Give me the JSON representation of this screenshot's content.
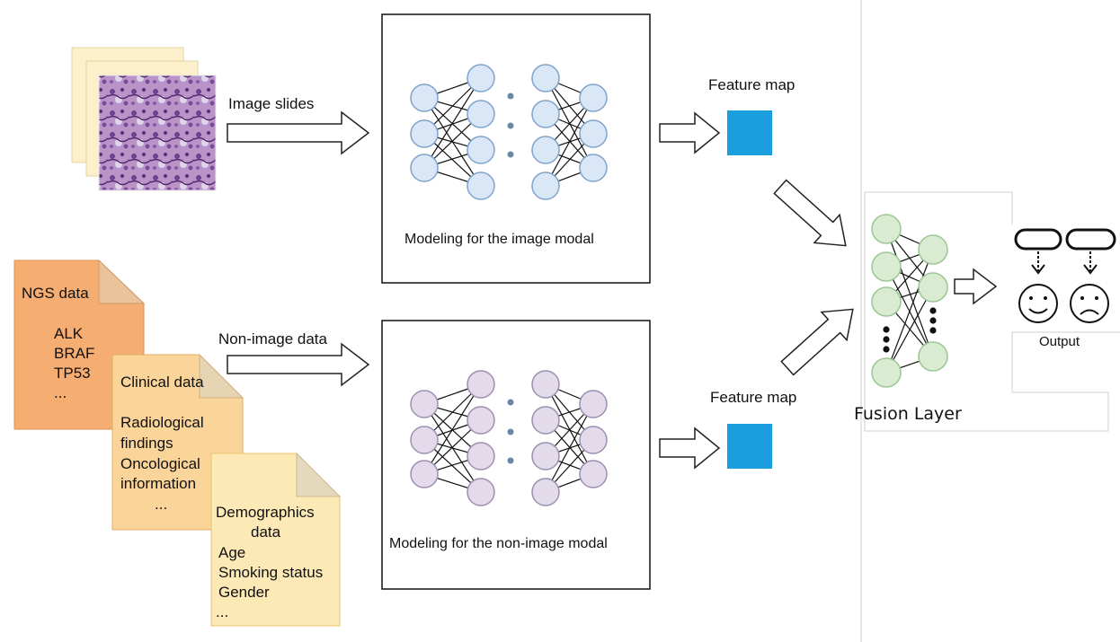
{
  "colors": {
    "image_net_node": "#d9e7f6",
    "image_net_stroke": "#7fa3cc",
    "nonimage_net_node": "#e3dbea",
    "nonimage_net_stroke": "#9d8fb2",
    "fusion_node": "#d9ecd2",
    "fusion_stroke": "#9cc694",
    "feature_map": "#1b9ede",
    "ngs_doc": "#f6ad72",
    "clinical_doc": "#fbd49a",
    "demographics_doc": "#fde9b6",
    "slide_paper": "#fcefc9"
  },
  "inputs": {
    "image_label": "Image slides",
    "nonimage_label": "Non-image data",
    "slide_icon": "histology-slide-icon"
  },
  "documents": {
    "ngs": {
      "title": "NGS data",
      "lines": [
        "ALK",
        "BRAF",
        "TP53",
        "..."
      ]
    },
    "clinical": {
      "title": "Clinical data",
      "lines": [
        "Radiological",
        "findings",
        "Oncological",
        "information",
        "..."
      ]
    },
    "demographics": {
      "title_line1": "Demographics",
      "title_line2": "data",
      "lines": [
        "Age",
        "Smoking status",
        "Gender",
        "..."
      ]
    }
  },
  "models": {
    "image_caption": "Modeling for the image modal",
    "nonimage_caption": "Modeling for the non-image modal"
  },
  "features": {
    "top_label": "Feature map",
    "bottom_label": "Feature map"
  },
  "fusion": {
    "label": "Fusion Layer"
  },
  "output": {
    "label": "Output",
    "icons": [
      "happy-face-icon",
      "sad-face-icon"
    ]
  }
}
